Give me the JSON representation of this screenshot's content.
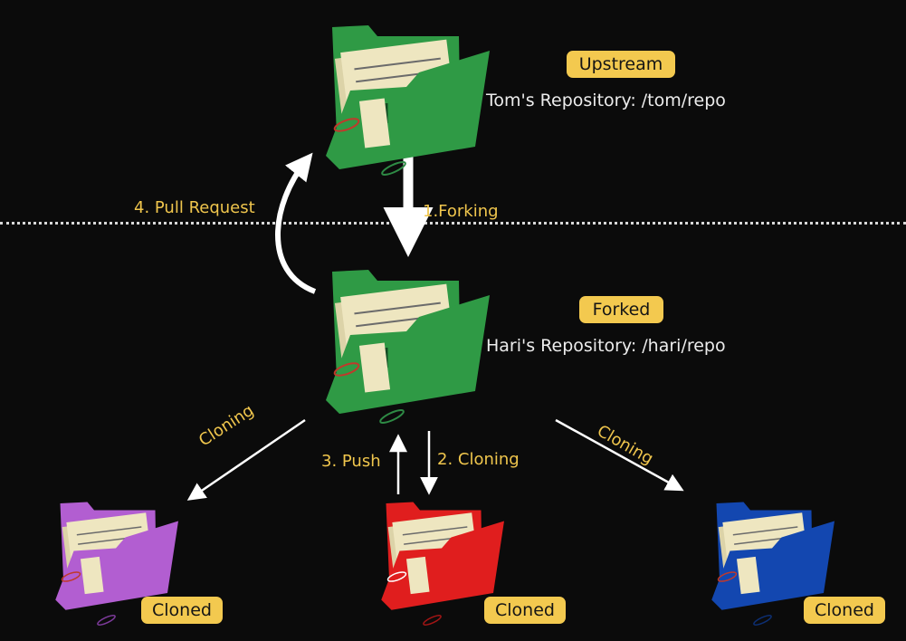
{
  "nodes": {
    "upstream": {
      "badge": "Upstream",
      "description": "Tom's Repository: /tom/repo",
      "color": "#2f9a45"
    },
    "forked": {
      "badge": "Forked",
      "description": "Hari's Repository: /hari/repo",
      "color": "#2f9a45"
    },
    "clone_left": {
      "badge": "Cloned",
      "color": "#b25ed1"
    },
    "clone_center": {
      "badge": "Cloned",
      "color": "#e01e1e"
    },
    "clone_right": {
      "badge": "Cloned",
      "color": "#1347b0"
    }
  },
  "edges": {
    "forking": "1.Forking",
    "pull_request": "4. Pull Request",
    "push": "3. Push",
    "cloning_center": "2. Cloning",
    "cloning_left": "Cloning",
    "cloning_right": "Cloning"
  },
  "colors": {
    "background": "#0b0b0b",
    "badge": "#f3c94f",
    "label_text": "#f0c64d",
    "arrow": "#ffffff"
  }
}
